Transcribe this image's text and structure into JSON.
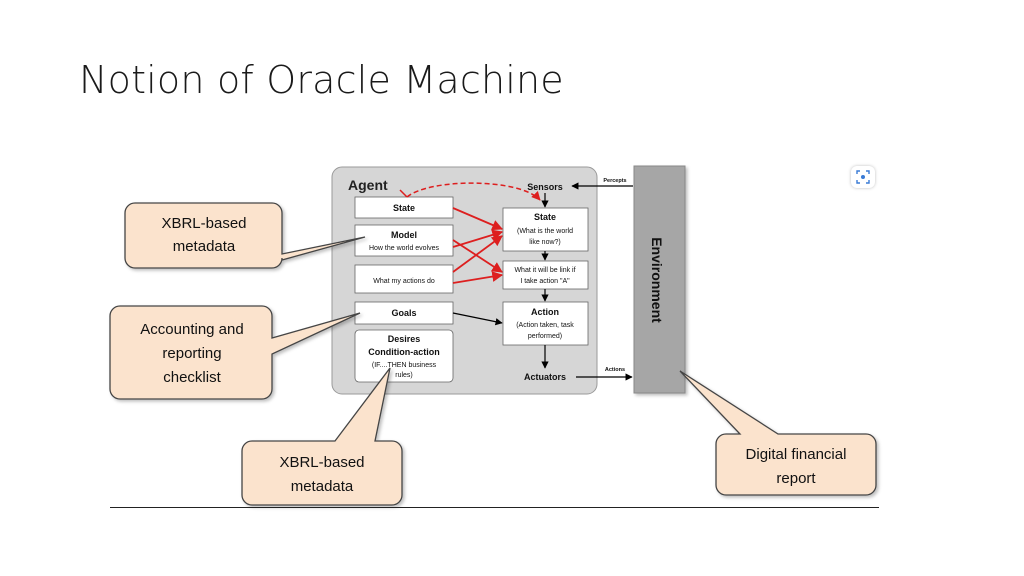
{
  "slide": {
    "title": "Notion of Oracle Machine"
  },
  "agent": {
    "title": "Agent",
    "state": "State",
    "model": {
      "title": "Model",
      "subtitle": "How the world evolves"
    },
    "actions": "What my actions do",
    "goals": "Goals",
    "desires": {
      "line1": "Desires",
      "line2": "Condition-action",
      "line3": "(IF....THEN business",
      "line4": "rules)"
    },
    "sensors": "Sensors",
    "actuators": "Actuators",
    "state_box": {
      "title": "State",
      "line1": "(What is the world",
      "line2": "like now?)"
    },
    "what_if": {
      "line1": "What it will be link if",
      "line2": "I take action \"A\""
    },
    "action_box": {
      "title": "Action",
      "line1": "(Action taken, task",
      "line2": "performed)"
    }
  },
  "environment": {
    "label": "Environment",
    "percepts": "Percepts",
    "actions": "Actions"
  },
  "callouts": {
    "xbrl_top": {
      "line1": "XBRL-based",
      "line2": "metadata"
    },
    "accounting": {
      "line1": "Accounting and",
      "line2": "reporting",
      "line3": "checklist"
    },
    "xbrl_bottom": {
      "line1": "XBRL-based",
      "line2": "metadata"
    },
    "digital": {
      "line1": "Digital financial",
      "line2": "report"
    }
  },
  "colors": {
    "agent_bg": "#d6d6d6",
    "callout_fill": "#fbe3cd",
    "environment": "#a6a6a6",
    "red_arrow": "#dd1f1f"
  },
  "icons": {
    "capture": "screen-capture-icon"
  }
}
